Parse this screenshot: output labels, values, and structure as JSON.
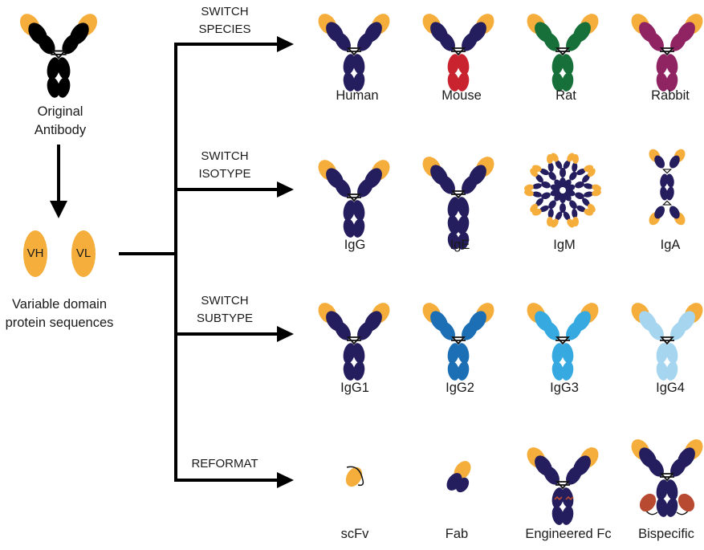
{
  "colors": {
    "variable": "#F5AE3B",
    "line": "#000000",
    "dark_navy": "#241E5E",
    "mouse_red": "#C8232E",
    "rat_green": "#17703A",
    "rabbit_purple": "#902463",
    "igg2_blue": "#1C6FB5",
    "igg3_blue": "#35A9E0",
    "igg4_blue": "#A6D5F0",
    "bispecific_brown": "#B84A32"
  },
  "source": {
    "title_line1": "Original",
    "title_line2": "Antibody",
    "vh_label": "VH",
    "vl_label": "VL",
    "desc_line1": "Variable domain",
    "desc_line2": "protein sequences"
  },
  "branches": [
    {
      "line1": "SWITCH",
      "line2": "SPECIES",
      "items": [
        {
          "label": "Human"
        },
        {
          "label": "Mouse"
        },
        {
          "label": "Rat"
        },
        {
          "label": "Rabbit"
        }
      ]
    },
    {
      "line1": "SWITCH",
      "line2": "ISOTYPE",
      "items": [
        {
          "label": "IgG"
        },
        {
          "label": "IgE"
        },
        {
          "label": "IgM"
        },
        {
          "label": "IgA"
        }
      ]
    },
    {
      "line1": "SWITCH",
      "line2": "SUBTYPE",
      "items": [
        {
          "label": "IgG1"
        },
        {
          "label": "IgG2"
        },
        {
          "label": "IgG3"
        },
        {
          "label": "IgG4"
        }
      ]
    },
    {
      "line1": "REFORMAT",
      "line2": "",
      "items": [
        {
          "label": "scFv"
        },
        {
          "label": "Fab"
        },
        {
          "label": "Engineered Fc"
        },
        {
          "label": "Bispecific"
        }
      ]
    }
  ]
}
